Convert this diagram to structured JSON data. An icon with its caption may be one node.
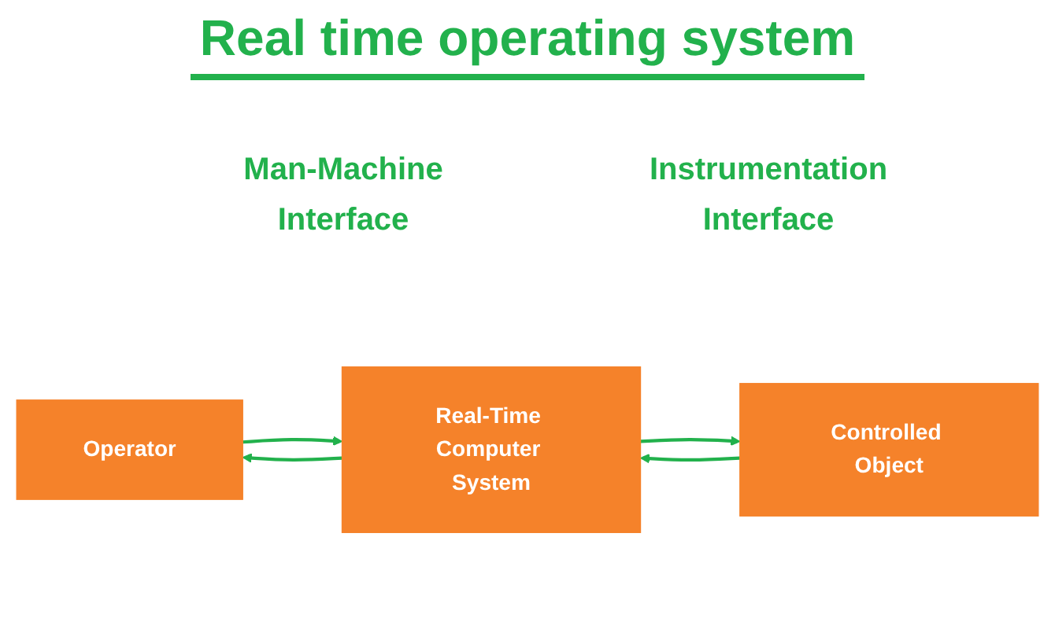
{
  "diagram": {
    "title": "Real time operating system",
    "nodes": [
      {
        "text": [
          "Operator"
        ]
      },
      {
        "text": [
          "Real-Time Computer System"
        ]
      },
      {
        "text": [
          "Controlled Object"
        ]
      }
    ],
    "edges": [
      {
        "from": 0,
        "to": 1,
        "arrow": "to"
      },
      {
        "from": 1,
        "to": 0,
        "arrow": "to"
      },
      {
        "from": 1,
        "to": 2,
        "arrow": "to"
      },
      {
        "from": 2,
        "to": 1,
        "arrow": "to"
      }
    ],
    "labels": [
      "Man-Machine Interface",
      "Instrumentation Interface"
    ]
  }
}
